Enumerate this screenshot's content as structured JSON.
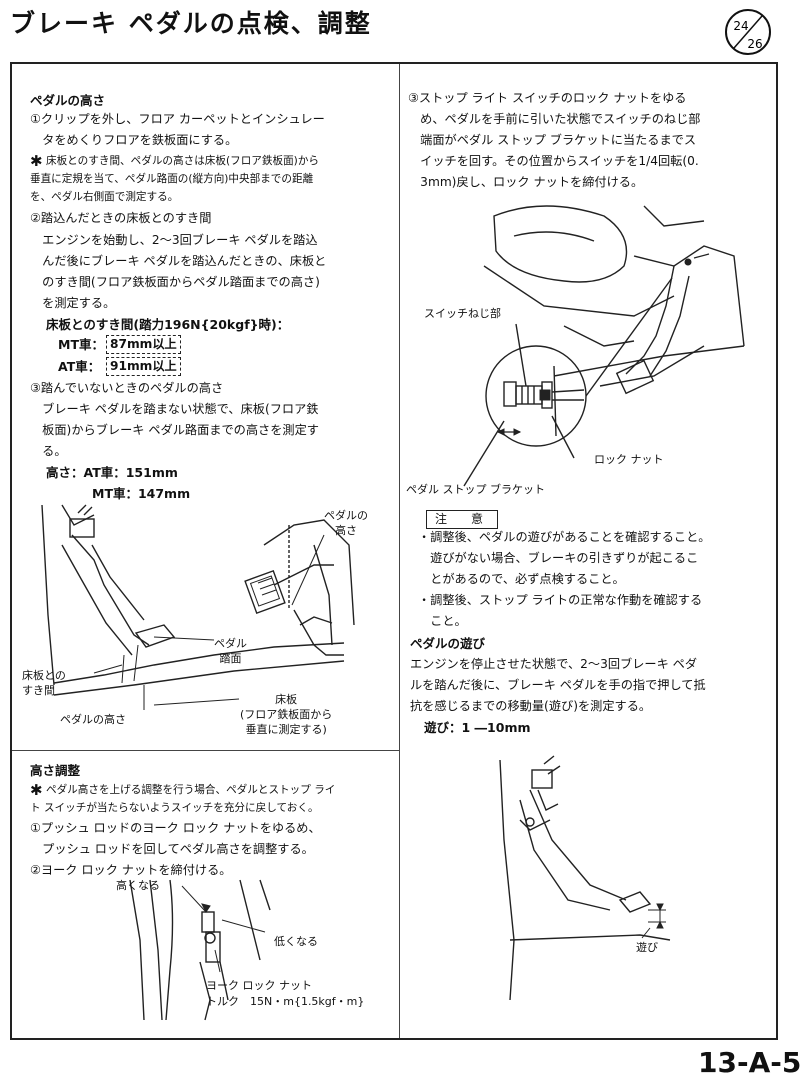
{
  "header": {
    "title": "ブレーキ ペダルの点検、調整",
    "page_top": "24",
    "page_bottom": "26"
  },
  "left": {
    "pedal_height_heading": "ペダルの高さ",
    "step1": [
      "①クリップを外し、フロア カーペットとインシュレー",
      "　タをめくりフロアを鉄板面にする。"
    ],
    "star_note1": [
      "床板とのすき間、ペダルの高さは床板(フロア鉄板面)から",
      "垂直に定規を当て、ペダル路面の(縦方向)中央部までの距離",
      "を、ペダル右側面で測定する。"
    ],
    "step2": [
      "②踏込んだときの床板とのすき間",
      "　エンジンを始動し、2～3回ブレーキ ペダルを踏込",
      "　んだ後にブレーキ ペダルを踏込んだときの、床板と",
      "　のすき間(フロア鉄板面からペダル踏面までの高さ)",
      "　を測定する。"
    ],
    "clearance_heading": "床板とのすき間(踏力196N{20kgf}時)：",
    "mt_label": "MT車：",
    "mt_value": "87mm以上",
    "at_label": "AT車：",
    "at_value": "91mm以上",
    "step3": [
      "③踏んでいないときのペダルの高さ",
      "　ブレーキ ペダルを踏まない状態で、床板(フロア鉄",
      "　板面)からブレーキ ペダル路面までの高さを測定す",
      "　る。"
    ],
    "height_at": "高さ：AT車：151mm",
    "height_mt": "MT車：147mm",
    "fig1_labels": {
      "pedal_height_top": "ペダルの\n高さ",
      "pedal_surface": "ペダル\n踏面",
      "floor_gap": "床板との\nすき間",
      "floor": "床板\n(フロア鉄板面から\n垂直に測定する)",
      "pedal_height": "ペダルの高さ"
    },
    "adjust_heading": "高さ調整",
    "star_note2": [
      "ペダル高さを上げる調整を行う場合、ペダルとストップ ライ",
      "ト スイッチが当たらないようスイッチを充分に戻しておく。"
    ],
    "adjust1": [
      "①プッシュ ロッドのヨーク ロック ナットをゆるめ、",
      "　プッシュ ロッドを回してペダル高さを調整する。"
    ],
    "adjust2": "②ヨーク ロック ナットを締付ける。",
    "fig3_labels": {
      "higher": "高くなる",
      "lower": "低くなる",
      "yoke_nut": "ヨーク ロック ナット",
      "torque": "トルク　15N・m{1.5kgf・m}"
    }
  },
  "right": {
    "step3_switch": [
      "③ストップ ライト スイッチのロック ナットをゆる",
      "　め、ペダルを手前に引いた状態でスイッチのねじ部",
      "　端面がペダル ストップ ブラケットに当たるまでス",
      "　イッチを回す。その位置からスイッチを1/4回転(0.",
      "　3mm)戻し、ロック ナットを締付ける。"
    ],
    "fig2_labels": {
      "switch_thread": "スイッチねじ部",
      "lock_nut": "ロック ナット",
      "bracket": "ペダル ストップ ブラケット"
    },
    "caution_label": "注　意",
    "caution1": [
      "・調整後、ペダルの遊びがあることを確認すること。",
      "　遊びがない場合、ブレーキの引きずりが起こるこ",
      "　とがあるので、必ず点検すること。"
    ],
    "caution2": [
      "・調整後、ストップ ライトの正常な作動を確認する",
      "　こと。"
    ],
    "play_heading": "ペダルの遊び",
    "play_text": [
      "エンジンを停止させた状態で、2～3回ブレーキ ペダ",
      "ルを踏んだ後に、ブレーキ ペダルを手の指で押して抵",
      "抗を感じるまでの移動量(遊び)を測定する。"
    ],
    "play_spec": "遊び：1 ―10mm",
    "fig4_label": "遊び"
  },
  "footer": {
    "code": "13-A-5"
  }
}
